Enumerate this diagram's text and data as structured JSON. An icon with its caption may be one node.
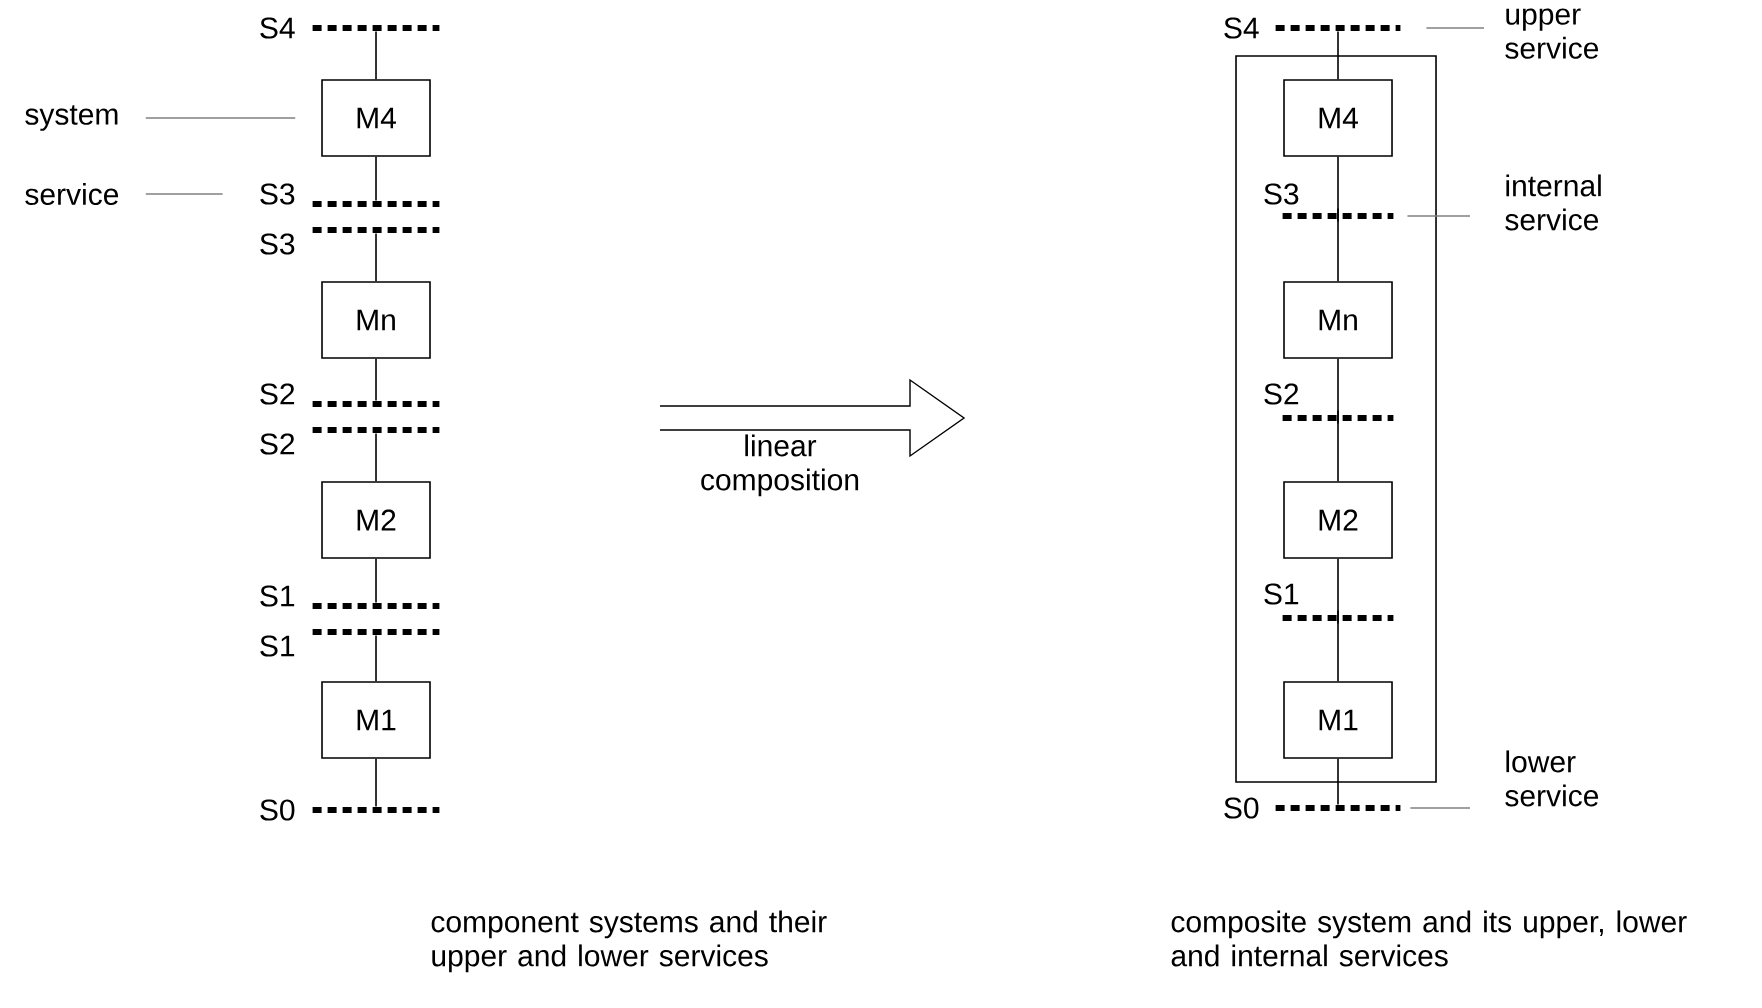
{
  "diagram": {
    "nodes": [
      {
        "text": [
          "system"
        ]
      },
      {
        "text": [
          "service"
        ]
      },
      {
        "text": [
          "S4"
        ]
      },
      {
        "text": [
          "M4"
        ]
      },
      {
        "text": [
          "S3"
        ]
      },
      {
        "text": [
          "S3"
        ]
      },
      {
        "text": [
          "Mn"
        ]
      },
      {
        "text": [
          "S2"
        ]
      },
      {
        "text": [
          "S2"
        ]
      },
      {
        "text": [
          "M2"
        ]
      },
      {
        "text": [
          "S1"
        ]
      },
      {
        "text": [
          "S1"
        ]
      },
      {
        "text": [
          "M1"
        ]
      },
      {
        "text": [
          "S0"
        ]
      },
      {
        "text": [],
        "shape": "box"
      },
      {
        "text": [
          "S4"
        ]
      },
      {
        "text": [
          "M4"
        ],
        "in": 14
      },
      {
        "text": [
          "S3"
        ],
        "in": 14
      },
      {
        "text": [
          "Mn"
        ],
        "in": 14
      },
      {
        "text": [
          "S2"
        ],
        "in": 14
      },
      {
        "text": [
          "M2"
        ],
        "in": 14
      },
      {
        "text": [
          "S1"
        ],
        "in": 14
      },
      {
        "text": [
          "M1"
        ],
        "in": 14
      },
      {
        "text": [
          "S0"
        ]
      },
      {
        "text": [
          "upper service"
        ]
      },
      {
        "text": [
          "internal service"
        ]
      },
      {
        "text": [
          "lower service"
        ]
      }
    ],
    "edges": [
      {
        "from": 0,
        "to": 3,
        "arrow": "none",
        "color": "#808080"
      },
      {
        "from": 1,
        "to": 4,
        "arrow": "none",
        "color": "#808080"
      },
      {
        "from": 2,
        "to": 3,
        "arrow": "none"
      },
      {
        "from": 3,
        "to": 4,
        "arrow": "none"
      },
      {
        "from": 5,
        "to": 6,
        "arrow": "none"
      },
      {
        "from": 6,
        "to": 7,
        "arrow": "none"
      },
      {
        "from": 8,
        "to": 9,
        "arrow": "none"
      },
      {
        "from": 9,
        "to": 10,
        "arrow": "none"
      },
      {
        "from": 11,
        "to": 12,
        "arrow": "none"
      },
      {
        "from": 12,
        "to": 13,
        "arrow": "none"
      },
      {
        "from": 15,
        "to": 16,
        "arrow": "none"
      },
      {
        "from": 16,
        "to": 17,
        "arrow": "none"
      },
      {
        "from": 17,
        "to": 18,
        "arrow": "none"
      },
      {
        "from": 18,
        "to": 19,
        "arrow": "none"
      },
      {
        "from": 19,
        "to": 20,
        "arrow": "none"
      },
      {
        "from": 20,
        "to": 21,
        "arrow": "none"
      },
      {
        "from": 21,
        "to": 22,
        "arrow": "none"
      },
      {
        "from": 22,
        "to": 23,
        "arrow": "none"
      },
      {
        "from": 24,
        "to": 15,
        "arrow": "none",
        "color": "#808080"
      },
      {
        "from": 25,
        "to": 17,
        "arrow": "none",
        "color": "#808080"
      },
      {
        "from": 26,
        "to": 23,
        "arrow": "none",
        "color": "#808080"
      }
    ],
    "labels": [
      "linear composition",
      "component systems and their upper and lower services",
      "composite system and its upper, lower and internal services"
    ]
  }
}
